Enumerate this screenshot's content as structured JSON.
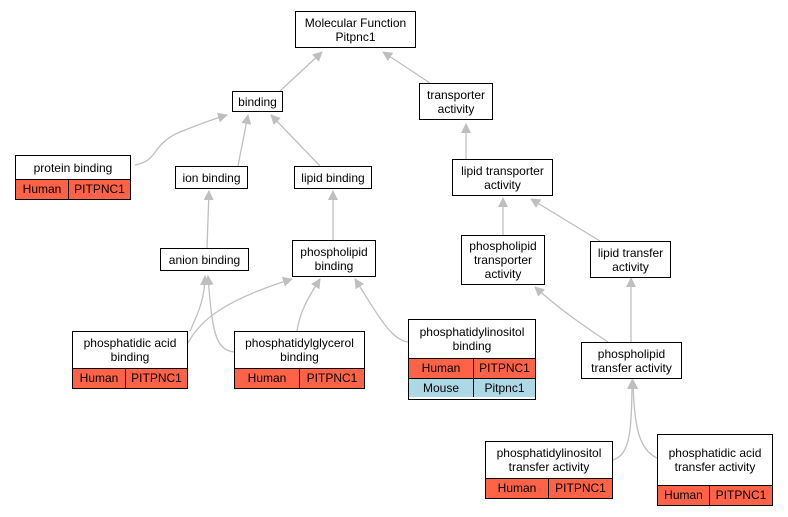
{
  "colors": {
    "human": "#ff6347",
    "mouse": "#add8e6",
    "edge": "#bfbfbf"
  },
  "nodes": {
    "molecular_function": {
      "line1": "Molecular Function",
      "line2": "Pitpnc1"
    },
    "binding": {
      "label": "binding"
    },
    "transporter_activity": {
      "line1": "transporter",
      "line2": "activity"
    },
    "protein_binding": {
      "label": "protein binding",
      "species": "Human",
      "gene": "PITPNC1"
    },
    "ion_binding": {
      "label": "ion binding"
    },
    "lipid_binding": {
      "label": "lipid binding"
    },
    "lipid_transporter_activity": {
      "line1": "lipid transporter",
      "line2": "activity"
    },
    "anion_binding": {
      "label": "anion binding"
    },
    "phospholipid_binding": {
      "line1": "phospholipid",
      "line2": "binding"
    },
    "phospholipid_transporter_activity": {
      "line1": "phospholipid",
      "line2": "transporter",
      "line3": "activity"
    },
    "lipid_transfer_activity": {
      "line1": "lipid transfer",
      "line2": "activity"
    },
    "phosphatidic_acid_binding": {
      "line1": "phosphatidic",
      "line2": "acid binding",
      "species": "Human",
      "gene": "PITPNC1"
    },
    "phosphatidylglycerol_binding": {
      "line1": "phosphatidylglycerol",
      "line2": "binding",
      "species": "Human",
      "gene": "PITPNC1"
    },
    "phosphatidylinositol_binding": {
      "line1": "phosphatidylinositol",
      "line2": "binding",
      "rows": [
        {
          "species": "Human",
          "gene": "PITPNC1"
        },
        {
          "species": "Mouse",
          "gene": "Pitpnc1"
        }
      ]
    },
    "phospholipid_transfer_activity": {
      "line1": "phospholipid",
      "line2": "transfer activity"
    },
    "phosphatidylinositol_transfer_activity": {
      "line1": "phosphatidylinositol",
      "line2": "transfer activity",
      "species": "Human",
      "gene": "PITPNC1"
    },
    "phosphatidic_acid_transfer_activity": {
      "line1": "phosphatidic",
      "line2": "acid transfer",
      "line3": "activity",
      "species": "Human",
      "gene": "PITPNC1"
    }
  }
}
